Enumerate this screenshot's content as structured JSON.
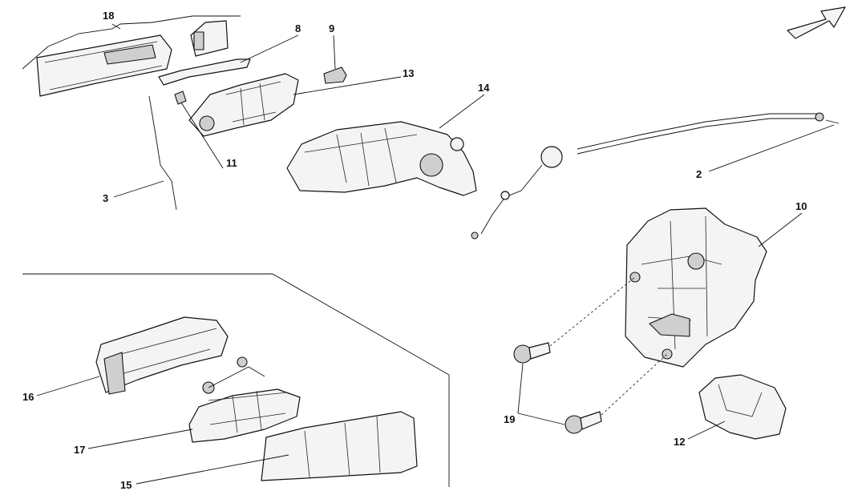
{
  "callouts": [
    {
      "id": "18",
      "text": "18"
    },
    {
      "id": "8",
      "text": "8"
    },
    {
      "id": "9",
      "text": "9"
    },
    {
      "id": "13",
      "text": "13"
    },
    {
      "id": "14",
      "text": "14"
    },
    {
      "id": "11",
      "text": "11"
    },
    {
      "id": "3",
      "text": "3"
    },
    {
      "id": "2",
      "text": "2"
    },
    {
      "id": "10",
      "text": "10"
    },
    {
      "id": "16",
      "text": "16"
    },
    {
      "id": "17",
      "text": "17"
    },
    {
      "id": "15",
      "text": "15"
    },
    {
      "id": "19",
      "text": "19"
    },
    {
      "id": "12",
      "text": "12"
    }
  ],
  "icons": {
    "direction": "front-direction-arrow-icon"
  }
}
